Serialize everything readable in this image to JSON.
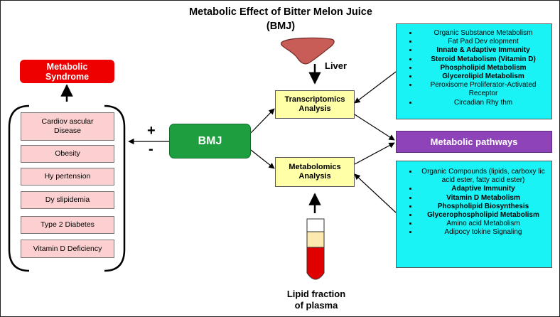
{
  "title_line1": "Metabolic Effect of Bitter Melon Juice",
  "title_line2": "(BMJ)",
  "metabolic_syndrome": {
    "line1": "Metabolic",
    "line2": "Syndrome"
  },
  "conditions": [
    {
      "line1": "Cardiov ascular",
      "line2": "Disease"
    },
    {
      "line1": "Obesity",
      "line2": ""
    },
    {
      "line1": "Hy pertension",
      "line2": ""
    },
    {
      "line1": "Dy slipidemia",
      "line2": ""
    },
    {
      "line1": "Type 2 Diabetes",
      "line2": ""
    },
    {
      "line1": "Vitamin D Deficiency",
      "line2": ""
    }
  ],
  "plus": "+",
  "minus": "-",
  "bmj": "BMJ",
  "liver": "Liver",
  "transcriptomics": {
    "line1": "Transcriptomics",
    "line2": "Analysis"
  },
  "metabolomics": {
    "line1": "Metabolomics",
    "line2": "Analysis"
  },
  "metabolic_pathways": "Metabolic pathways",
  "lipid_fraction": {
    "line1": "Lipid fraction",
    "line2": "of plasma"
  },
  "transcriptomics_results": [
    {
      "text": "Organic Substance Metabolism",
      "bold": false
    },
    {
      "text": "Fat Pad Dev elopment",
      "bold": false
    },
    {
      "text": "Innate & Adaptive Immunity",
      "bold": true
    },
    {
      "text": "Steroid Metabolism (Vitamin D)",
      "bold": true
    },
    {
      "text": "Phospholipid Metabolism",
      "bold": true
    },
    {
      "text": "Glycerolipid Metabolism",
      "bold": true
    },
    {
      "text": "Peroxisome Proliferator-Activated Receptor",
      "bold": false
    },
    {
      "text": "Circadian Rhy thm",
      "bold": false
    }
  ],
  "metabolomics_results": [
    {
      "text": "Organic Compounds (lipids, carboxy lic acid ester, fatty acid ester)",
      "bold": false
    },
    {
      "text": "Adaptive Immunity",
      "bold": true
    },
    {
      "text": "Vitamin D Metabolism",
      "bold": true
    },
    {
      "text": "Phospholipid Biosynthesis",
      "bold": true
    },
    {
      "text": "Glycerophospholipid Metabolism",
      "bold": true
    },
    {
      "text": "Amino acid Metabolism",
      "bold": false
    },
    {
      "text": "Adipocy tokine Signaling",
      "bold": false
    }
  ],
  "colors": {
    "red": "#ee0000",
    "green": "#1e9e3f",
    "purple": "#8e44b8",
    "yellow": "#ffffa8",
    "cyan": "#19f3f5",
    "pink": "#fcd0d0",
    "liver": "#c85c56"
  }
}
